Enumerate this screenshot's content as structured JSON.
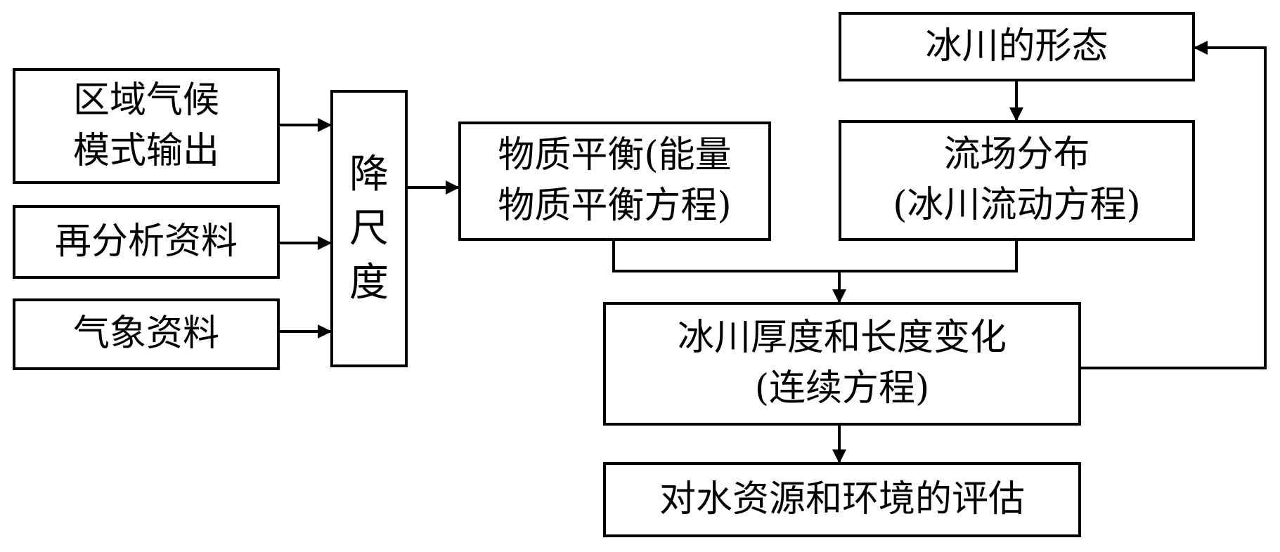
{
  "inputs": {
    "regional_climate": [
      "区域气候",
      "模式输出"
    ],
    "reanalysis": [
      "再分析资料"
    ],
    "meteorological": [
      "气象资料"
    ]
  },
  "downscaling": [
    "降",
    "尺",
    "度"
  ],
  "mass_balance": [
    "物质平衡(能量",
    "物质平衡方程)"
  ],
  "glacier_shape": [
    "冰川的形态"
  ],
  "flow_field": [
    "流场分布",
    "(冰川流动方程)"
  ],
  "thickness_length": [
    "冰川厚度和长度变化",
    "(连续方程)"
  ],
  "assessment": [
    "对水资源和环境的评估"
  ]
}
